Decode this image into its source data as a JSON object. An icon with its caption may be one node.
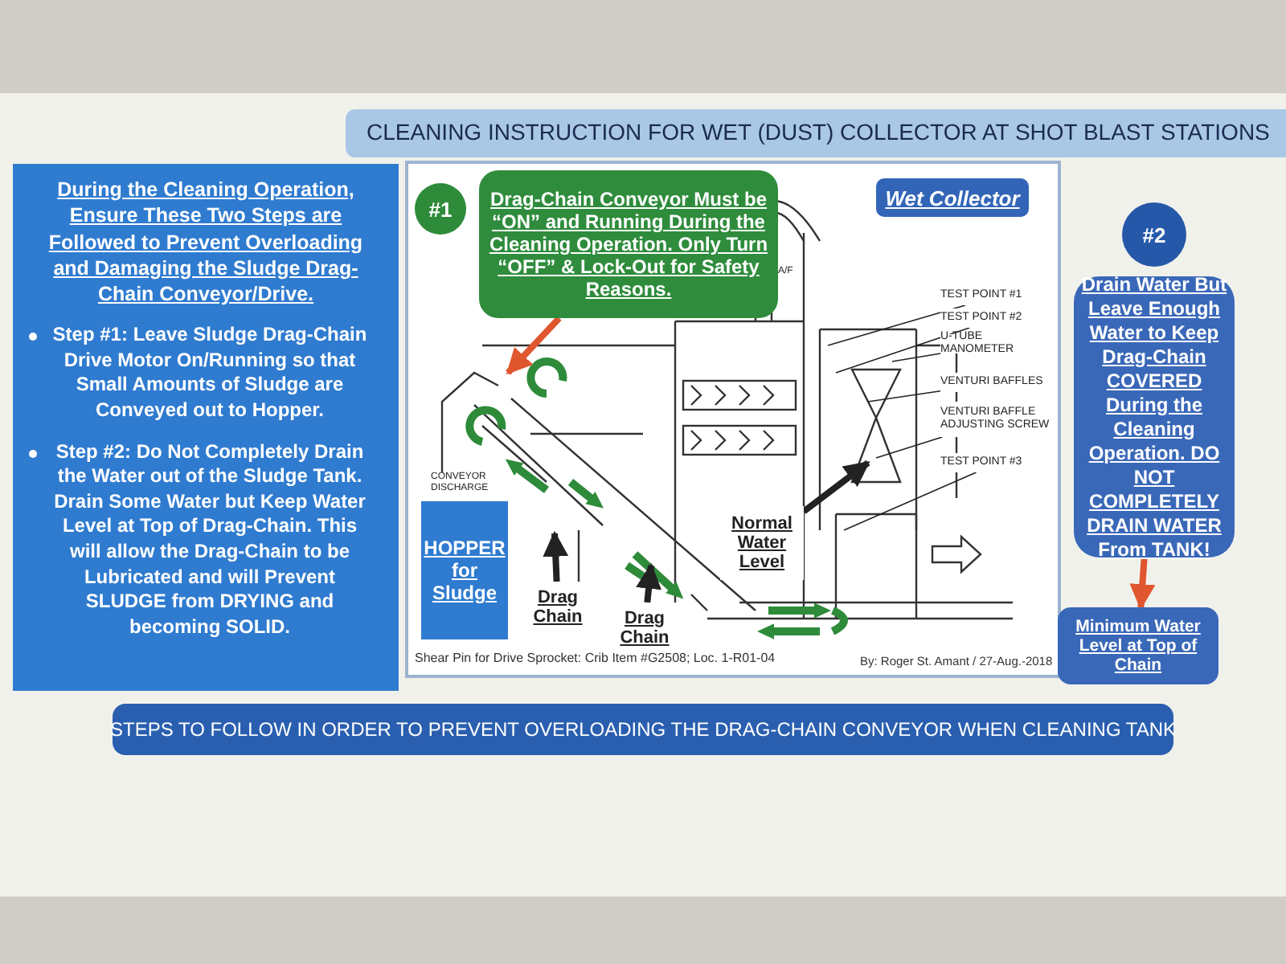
{
  "diagram": {
    "title": "CLEANING INSTRUCTION FOR WET (DUST) COLLECTOR AT SHOT BLAST STATIONS",
    "caption": "STEPS TO FOLLOW IN ORDER TO PREVENT OVERLOADING THE DRAG-CHAIN CONVEYOR WHEN CLEANING TANK",
    "nodes": [
      {
        "text": [
          "During the Cleaning Operation, Ensure These Two Steps are Followed to Prevent Overloading and Damaging the Sludge Drag-Chain Conveyor/Drive.",
          "Step #1: Leave Sludge Drag-Chain Drive Motor On/Running so that Small Amounts of Sludge are Conveyed out to Hopper.",
          "Step #2: Do Not Completely Drain the Water out of the Sludge Tank. Drain Some Water but Keep Water Level at Top of Drag-Chain. This will allow the Drag-Chain to be Lubricated and will Prevent SLUDGE from DRYING and becoming SOLID."
        ]
      },
      {
        "text": [
          "#1"
        ]
      },
      {
        "text": [
          "Drag-Chain Conveyor Must be “ON” and Running During the Cleaning Operation. Only Turn “OFF” & Lock-Out for Safety Reasons."
        ]
      },
      {
        "text": [
          "Wet Collector"
        ]
      },
      {
        "text": [
          "#2"
        ]
      },
      {
        "text": [
          "Drain Water But Leave Enough Water to Keep Drag-Chain COVERED During the Cleaning Operation. DO NOT COMPLETELY DRAIN WATER From TANK!"
        ]
      },
      {
        "text": [
          "Minimum Water Level at Top of Chain"
        ]
      },
      {
        "text": [
          "HOPPER for Sludge"
        ]
      },
      {
        "text": [
          "Drag Chain"
        ]
      },
      {
        "text": [
          "Drag Chain"
        ]
      },
      {
        "text": [
          "Normal Water Level"
        ]
      },
      {
        "text": [
          "TEST POINT #1"
        ]
      },
      {
        "text": [
          "TEST POINT #2"
        ]
      },
      {
        "text": [
          "U-TUBE MANOMETER"
        ]
      },
      {
        "text": [
          "VENTURI BAFFLES"
        ]
      },
      {
        "text": [
          "VENTURI BAFFLE ADJUSTING SCREW"
        ]
      },
      {
        "text": [
          "TEST POINT #3"
        ]
      }
    ],
    "edges": [
      {
        "from": 2,
        "to": null,
        "arrow": "to",
        "style": "thick",
        "color": "#e0562e"
      },
      {
        "from": 5,
        "to": 6,
        "arrow": "to",
        "style": "thick",
        "color": "#e0562e"
      },
      {
        "from": 8,
        "to": null,
        "arrow": "to",
        "style": "thick"
      },
      {
        "from": 9,
        "to": null,
        "arrow": "to",
        "style": "thick"
      },
      {
        "from": 10,
        "to": null,
        "arrow": "to",
        "style": "thick"
      },
      {
        "from": 11,
        "to": null,
        "arrow": "none"
      },
      {
        "from": 12,
        "to": null,
        "arrow": "none"
      },
      {
        "from": 13,
        "to": null,
        "arrow": "none"
      },
      {
        "from": 14,
        "to": null,
        "arrow": "none"
      },
      {
        "from": 15,
        "to": null,
        "arrow": "none"
      },
      {
        "from": 16,
        "to": null,
        "arrow": "none"
      }
    ],
    "labels": [
      "CONVEYOR DISCHARGE",
      "A/F",
      "Shear Pin for Drive Sprocket: Crib Item #G2508; Loc. 1-R01-04",
      "By: Roger St. Amant / 27-Aug.-2018"
    ]
  }
}
